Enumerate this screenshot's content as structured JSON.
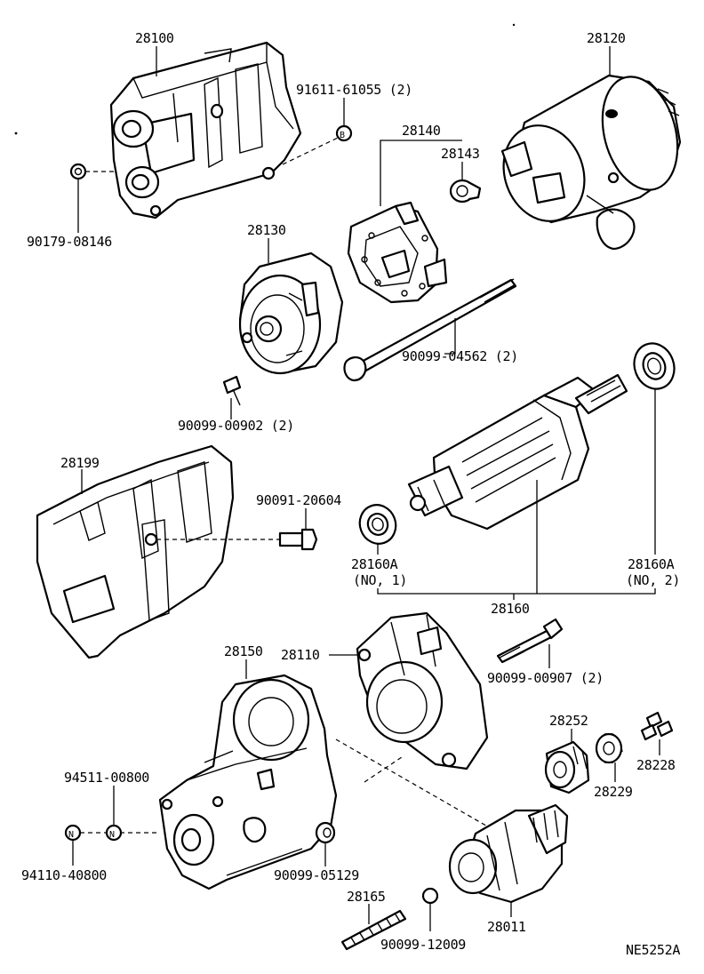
{
  "labels": {
    "p28100": "28100",
    "p91611": "91611-61055 (2)",
    "p28120": "28120",
    "p28140": "28140",
    "p28143": "28143",
    "p90179": "90179-08146",
    "p28130": "28130",
    "p90099_04562": "90099-04562 (2)",
    "p90099_00902": "90099-00902 (2)",
    "p28199": "28199",
    "p90091": "90091-20604",
    "p28160A_1": "28160A",
    "p28160A_1_no": "(NO, 1)",
    "p28160A_2": "28160A",
    "p28160A_2_no": "(NO, 2)",
    "p28160": "28160",
    "p28150": "28150",
    "p28110": "28110",
    "p90099_00907": "90099-00907 (2)",
    "p28252": "28252",
    "p28228": "28228",
    "p28229": "28229",
    "p94511": "94511-00800",
    "p94110": "94110-40800",
    "p90099_05129": "90099-05129",
    "p28165": "28165",
    "p28011": "28011",
    "p90099_12009": "90099-12009",
    "ref": "NE5252A"
  },
  "markers": {
    "bolt_b": "B",
    "nut_n1": "N",
    "nut_n2": "N"
  },
  "icons": {
    "starter_housing": "starter-housing-icon",
    "field_frame": "field-frame-icon",
    "brush_holder": "brush-holder-icon",
    "end_frame": "end-frame-icon",
    "armature": "armature-icon",
    "insulator_cover": "insulator-cover-icon",
    "magnetic_switch": "magnetic-switch-icon",
    "drive_housing": "drive-housing-icon",
    "clutch": "starter-clutch-icon"
  }
}
